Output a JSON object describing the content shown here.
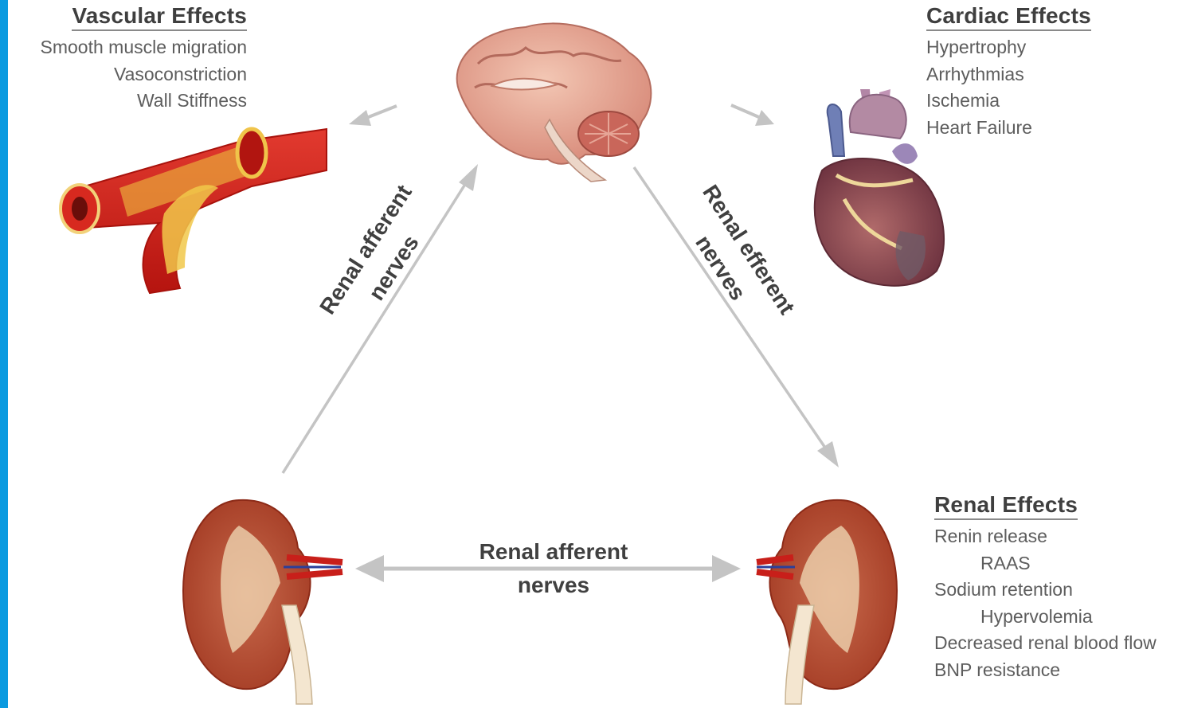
{
  "colors": {
    "accent": "#0a9ae0",
    "arrow": "#c4c4c4",
    "heading": "#3f3f3f",
    "body_text": "#5d5d5d"
  },
  "vascular": {
    "title": "Vascular Effects",
    "items": [
      "Smooth muscle migration",
      "Vasoconstriction",
      "Wall Stiffness"
    ]
  },
  "cardiac": {
    "title": "Cardiac Effects",
    "items": [
      "Hypertrophy",
      "Arrhythmias",
      "Ischemia",
      "Heart Failure"
    ]
  },
  "renal": {
    "title": "Renal Effects",
    "items": [
      "Renin release",
      "RAAS",
      "Sodium retention",
      "Hypervolemia",
      "Decreased renal blood flow",
      "BNP resistance"
    ]
  },
  "nerves": {
    "left": [
      "Renal afferent",
      "nerves"
    ],
    "right": [
      "Renal efferent",
      "nerves"
    ],
    "bottom": [
      "Renal afferent",
      "nerves"
    ]
  },
  "illustrations": [
    "brain-icon",
    "blood-vessel-icon",
    "heart-icon",
    "kidney-icon"
  ]
}
